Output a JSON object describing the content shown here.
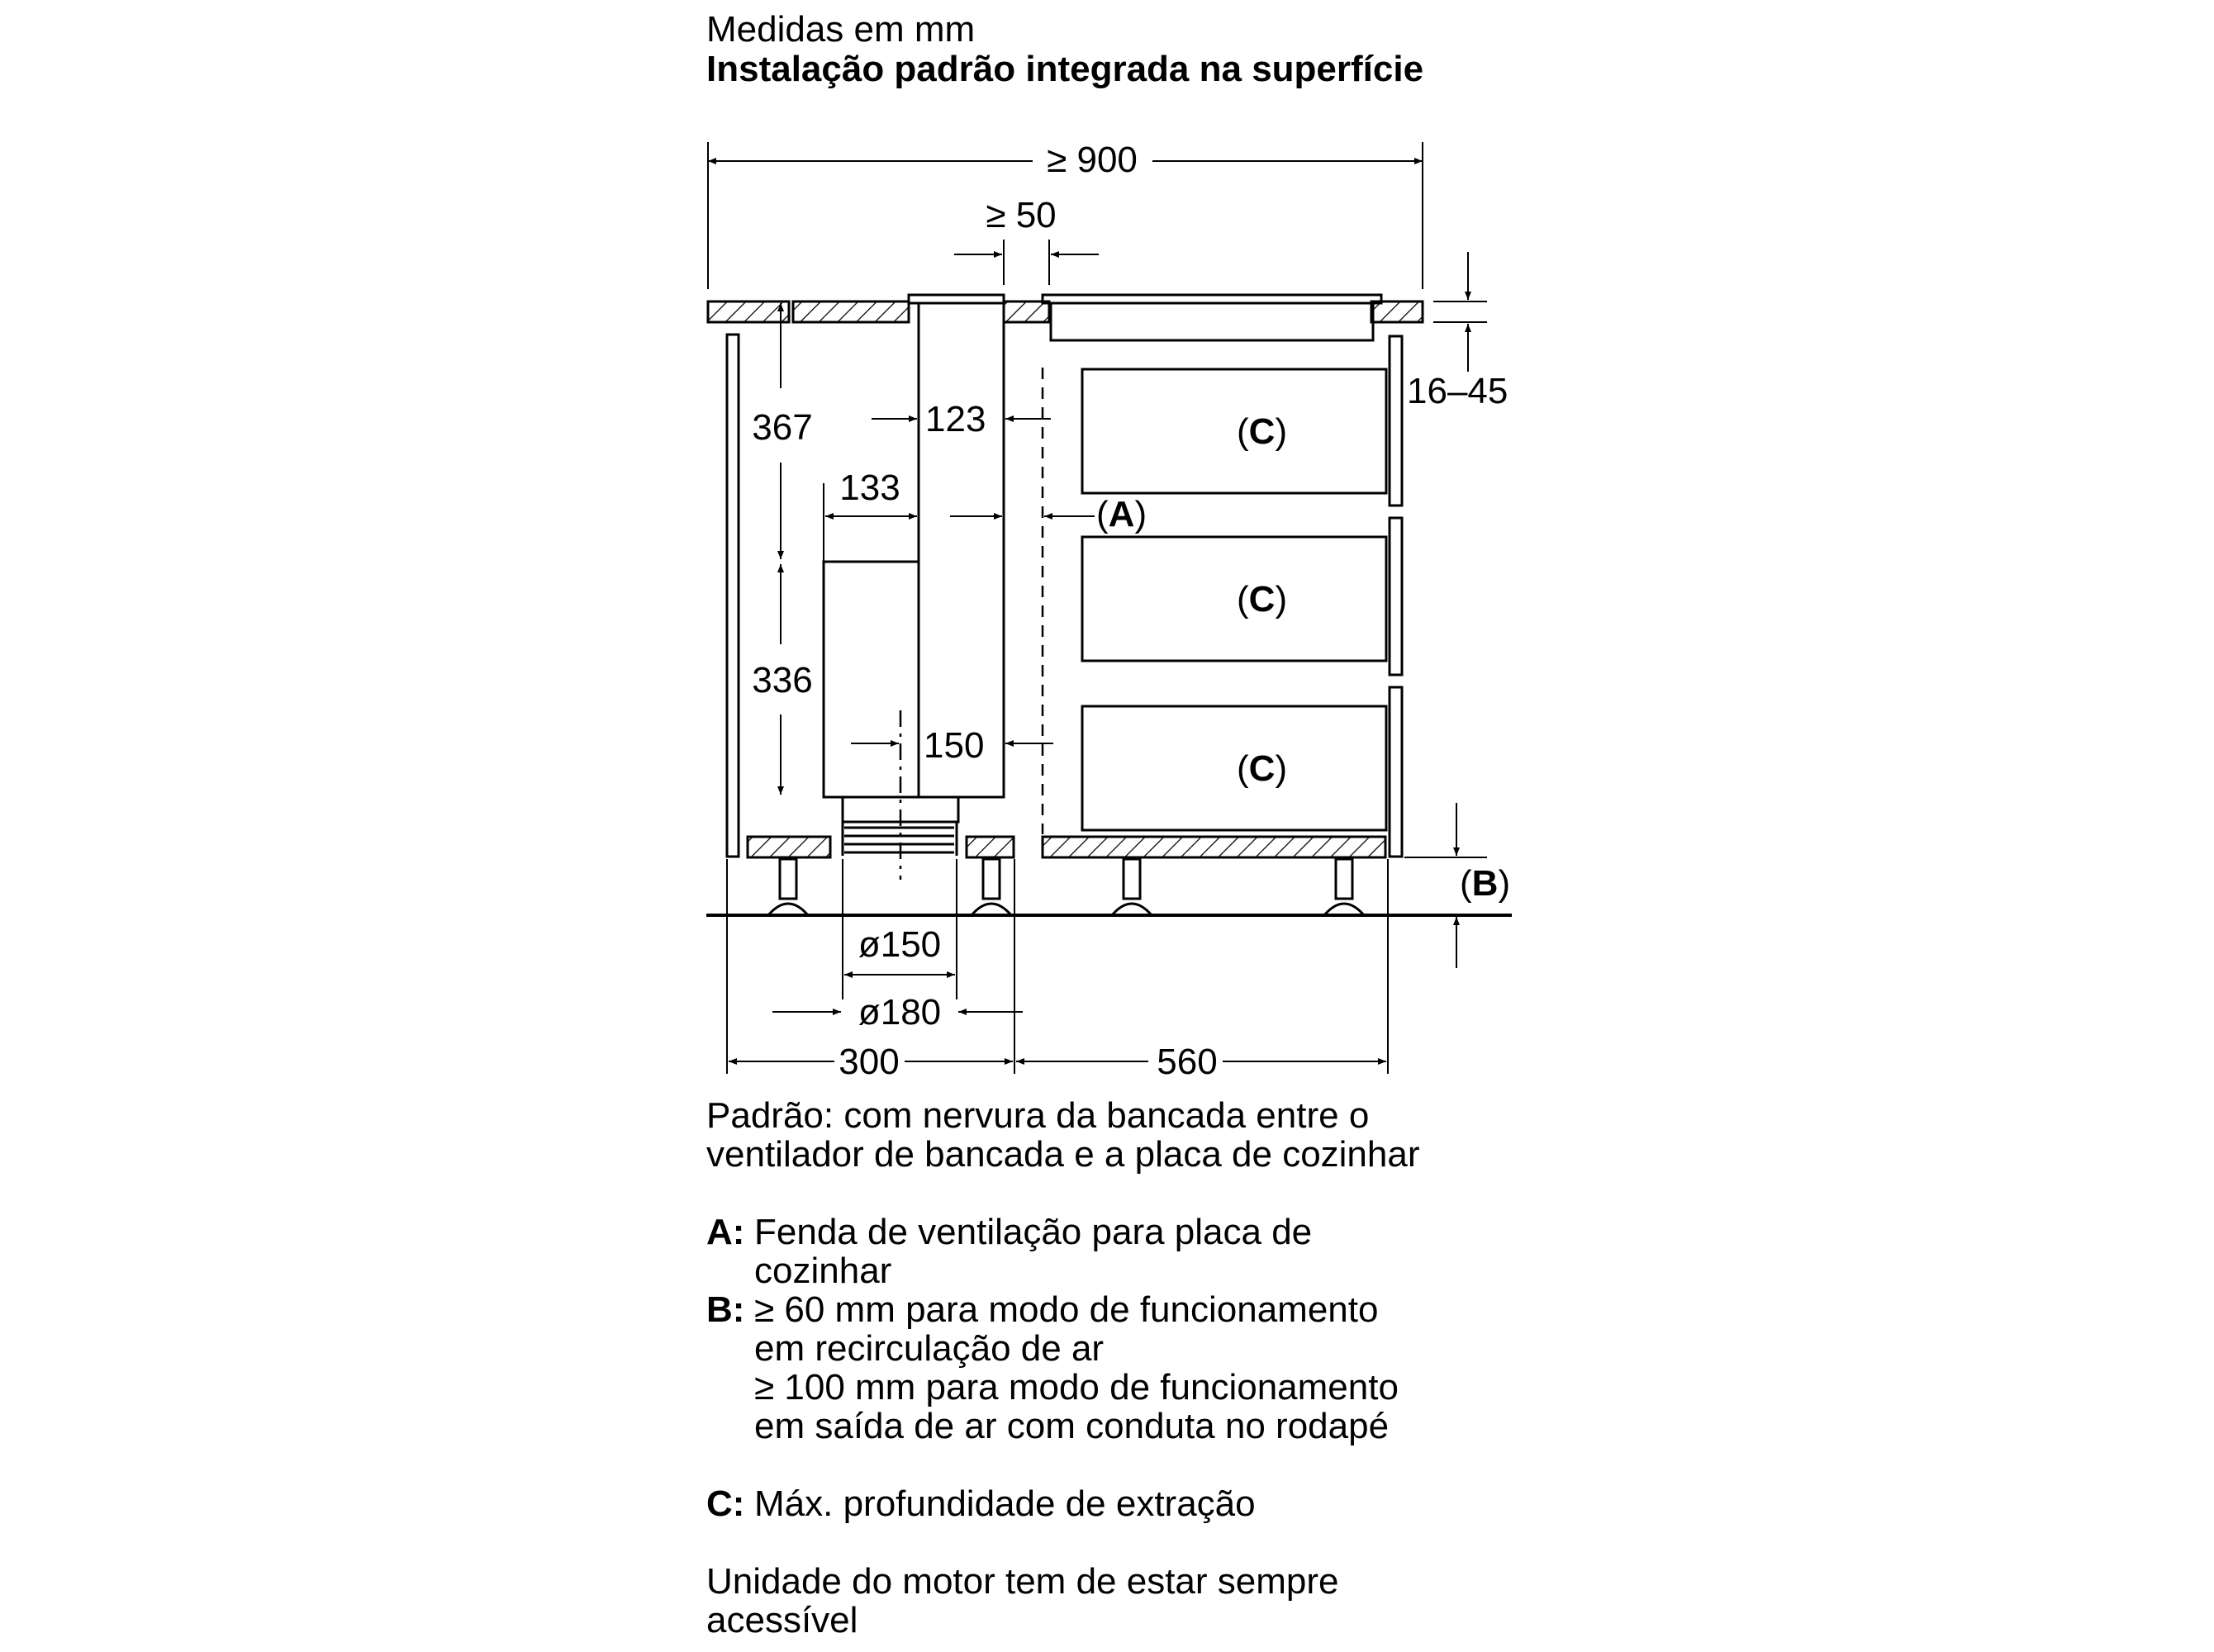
{
  "header": {
    "units": "Medidas em mm",
    "title": "Instalação padrão integrada na superfície"
  },
  "dimensions": {
    "total_width": "≥ 900",
    "gap": "≥ 50",
    "thickness": "16–45",
    "height_upper": "367",
    "height_lower": "336",
    "fan_offset_top": "123",
    "fan_offset_bottom": "150",
    "motor_depth": "133",
    "duct_inner": "ø150",
    "duct_outer": "ø180",
    "depth_left": "300",
    "depth_right": "560"
  },
  "markers": {
    "a": "A",
    "b": "B",
    "c": "C"
  },
  "notes": {
    "standard_line1": "Padrão: com nervura da bancada entre o",
    "standard_line2": "ventilador de bancada e a placa de cozinhar",
    "legend": [
      {
        "key": "A:",
        "lines": [
          "Fenda de ventilação para placa de",
          "cozinhar"
        ]
      },
      {
        "key": "B:",
        "lines": [
          "≥ 60 mm para modo de funcionamento",
          "em recirculação de ar",
          "≥ 100 mm para modo de funcionamento",
          "em saída de ar com conduta no rodapé"
        ]
      },
      {
        "key": "C:",
        "lines": [
          "Máx. profundidade de extração"
        ]
      }
    ],
    "motor_line1": "Unidade do motor tem de estar sempre",
    "motor_line2": "acessível"
  }
}
